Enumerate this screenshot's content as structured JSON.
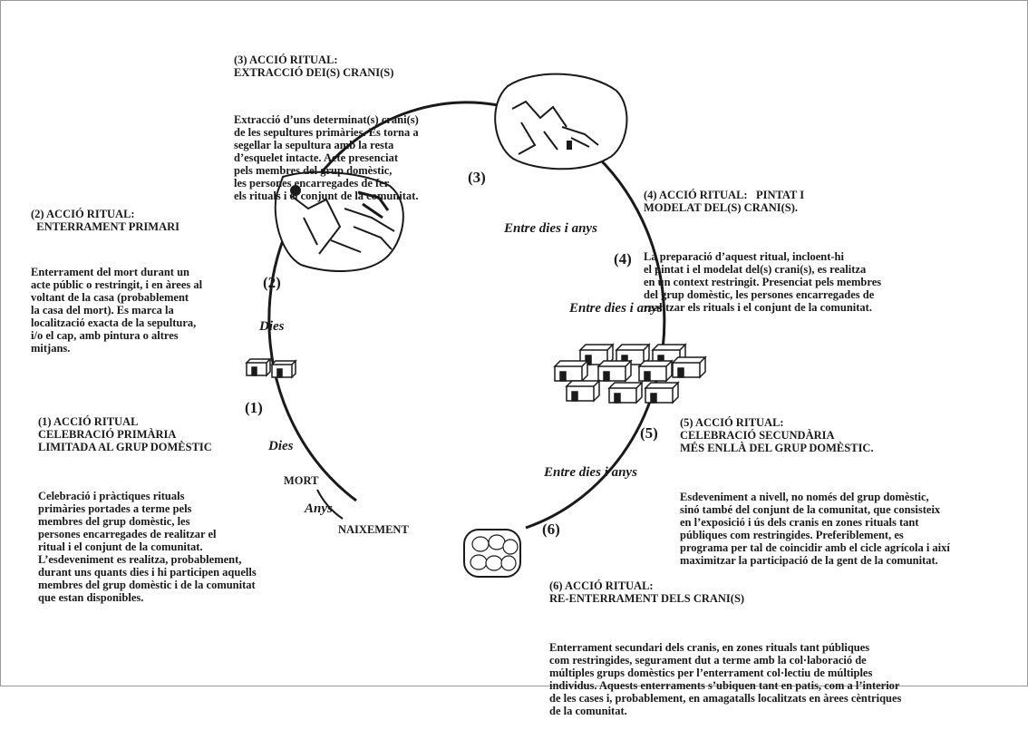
{
  "stages": [
    {
      "id": "1",
      "number": "(1)",
      "title": "(1) ACCIÓ RITUAL\nCELEBRACIÓ PRIMÀRIA\nLIMITADA AL GRUP DOMÈSTIC",
      "body": "Celebració i pràctiques rituals\nprimàries portades a terme pels\nmembres del grup domèstic, les\npersones encarregades de realitzar el\nritual i el conjunt de la comunitat.\nL’esdeveniment es realitza, probablement,\ndurant uns quants dies i hi participen aquells\nmembres del grup domèstic i de la comunitat\nque estan disponibles."
    },
    {
      "id": "2",
      "number": "(2)",
      "title": "(2) ACCIÓ RITUAL:\n  ENTERRAMENT PRIMARI",
      "body": "Enterrament del mort durant un\nacte públic o restringit, i en àrees al\nvoltant de la casa (probablement\nla casa del mort). Es marca la\nlocalització exacta de la sepultura,\ni/o el cap, amb pintura o altres\nmitjans."
    },
    {
      "id": "3",
      "number": "(3)",
      "title": "(3) ACCIÓ RITUAL:\nEXTRACCIÓ DEI(S) CRANI(S)",
      "body": "Extracció d’uns determinat(s) crani(s)\nde les sepultures primàries. Es torna a\nsegellar la sepultura amb la resta\nd’esquelet intacte. Acte presenciat\npels membres del grup domèstic,\nles persones encarregades de fer\nels rituals i el conjunt de la comunitat."
    },
    {
      "id": "4",
      "number": "(4)",
      "title": "(4) ACCIÓ RITUAL:   PINTAT I\nMODELAT DEL(S) CRANI(S).",
      "body": "La preparació d’aquest ritual, incloent-hi\nel pintat i el modelat del(s) crani(s), es realitza\nen un context restringit. Presenciat pels membres\ndel grup domèstic, les persones encarregades de\nrealitzar els rituals i el conjunt de la comunitat."
    },
    {
      "id": "5",
      "number": "(5)",
      "title": "(5) ACCIÓ RITUAL:\nCELEBRACIÓ SECUNDÀRIA\nMÉS ENLLÀ DEL GRUP DOMÈSTIC.",
      "body": "Esdeveniment a nivell, no només del grup domèstic,\nsinó també del conjunt de la comunitat, que consisteix\nen l’exposició i ús dels cranis en zones rituals tant\npúbliques com restringides. Preferiblement, es\nprograma per tal de coincidir amb el cicle agrícola i així\nmaximitzar la participació de la gent de la comunitat."
    },
    {
      "id": "6",
      "number": "(6)",
      "title": "(6) ACCIÓ RITUAL:\nRE-ENTERRAMENT DELS CRANI(S)",
      "body": "Enterrament secundari dels cranis, en zones rituals tant públiques\ncom restringides, segurament dut a terme amb la col·laboració de\nmúltiples grups domèstics per l’enterrament col·lectiu de múltiples\nindividus. Aquests enterraments s’ubiquen tant en patis, com a l’interior\nde les cases i, probablement, en amagatalls localitzats en àrees cèntriques\nde la comunitat."
    }
  ],
  "intervals": {
    "dies_upper": "Dies",
    "dies_lower": "Dies",
    "anys": "Anys",
    "entre_3": "Entre dies i anys",
    "entre_4": "Entre dies i anys",
    "entre_5": "Entre dies i anys"
  },
  "labels": {
    "mort": "MORT",
    "naixement": "NAIXEMENT"
  },
  "icons": [
    "burial-pit-icon",
    "skull-removal-pit-icon",
    "house-icon",
    "village-houses-icon",
    "skull-cache-icon"
  ],
  "colors": {
    "ink": "#1a1a1a",
    "background": "#ffffff"
  }
}
